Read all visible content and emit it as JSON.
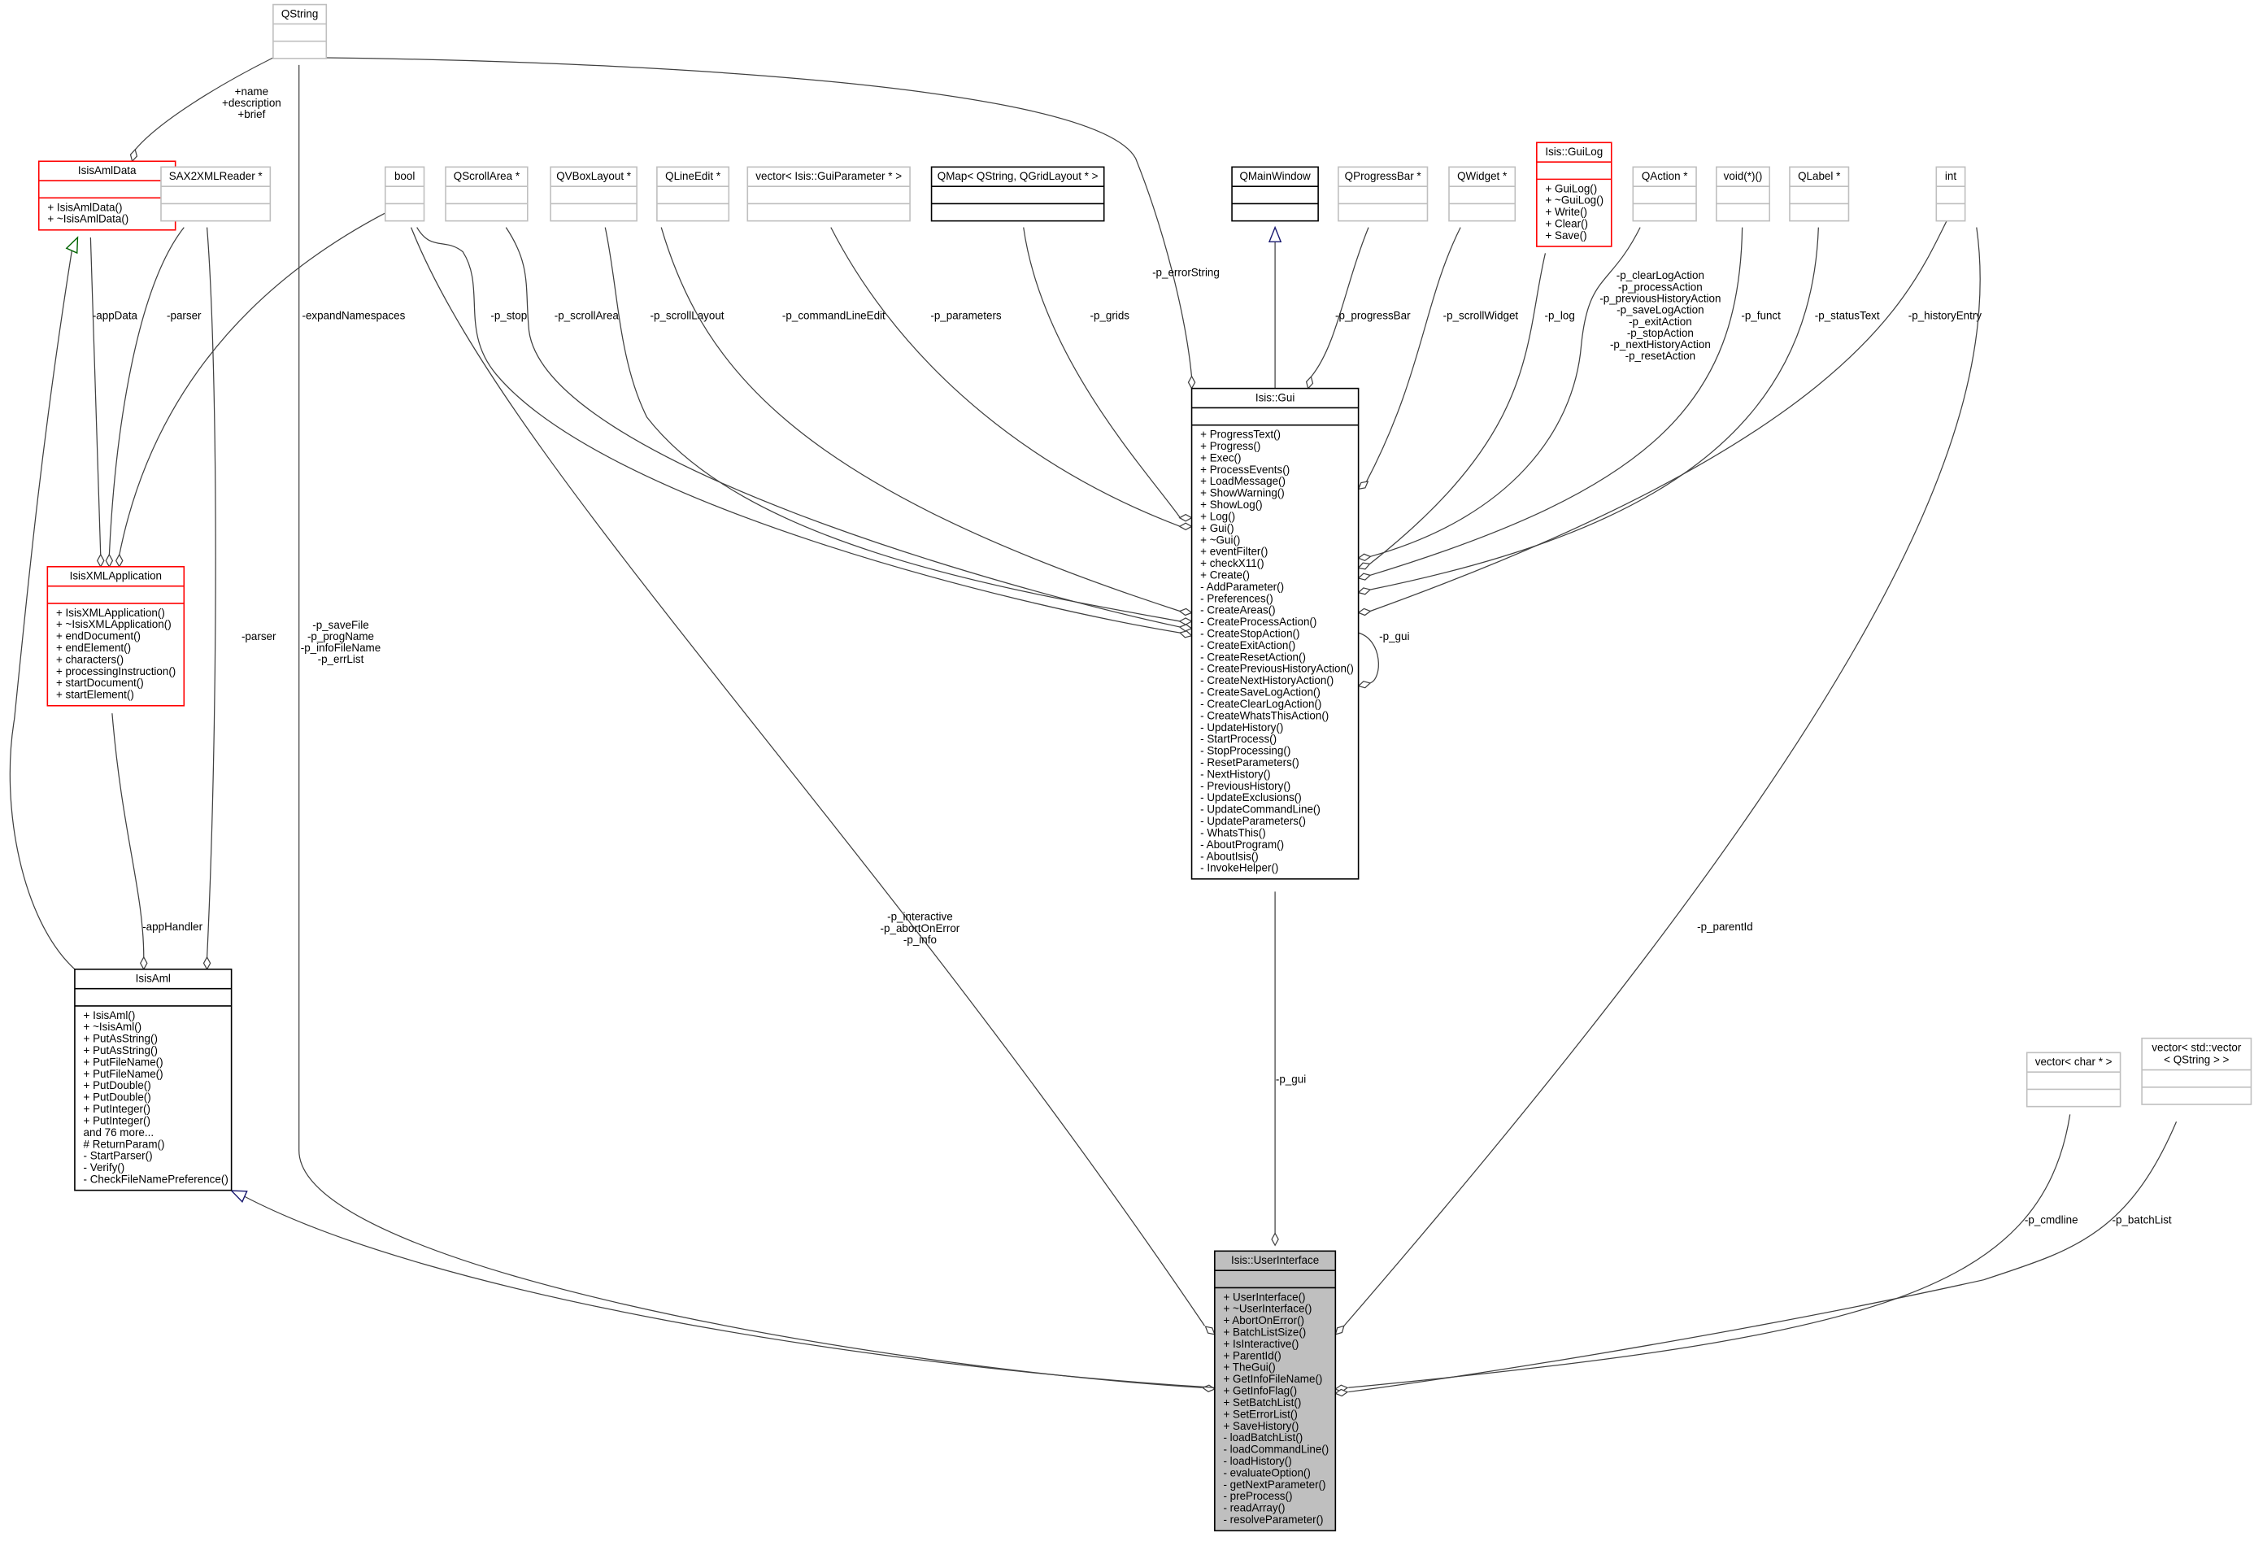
{
  "colors": {
    "red": "#ff0000",
    "gray": "#bfbfbf",
    "black": "#000000",
    "navy": "#191970",
    "green": "#006400",
    "highlight": "#bfbfbf"
  },
  "classes": [
    {
      "id": "qstring",
      "name": [
        "QString"
      ],
      "members": [],
      "style": "gray"
    },
    {
      "id": "isisamldata",
      "name": [
        "IsisAmlData"
      ],
      "members": [
        "+ IsisAmlData()",
        "+ ~IsisAmlData()"
      ],
      "style": "red"
    },
    {
      "id": "sax2xmlreader",
      "name": [
        "SAX2XMLReader *"
      ],
      "members": [],
      "style": "gray"
    },
    {
      "id": "bool",
      "name": [
        "bool"
      ],
      "members": [],
      "style": "gray"
    },
    {
      "id": "qscrollarea",
      "name": [
        "QScrollArea *"
      ],
      "members": [],
      "style": "gray"
    },
    {
      "id": "qvboxlayout",
      "name": [
        "QVBoxLayout *"
      ],
      "members": [],
      "style": "gray"
    },
    {
      "id": "qlineedit",
      "name": [
        "QLineEdit *"
      ],
      "members": [],
      "style": "gray"
    },
    {
      "id": "vector-guiparameter",
      "name": [
        "vector< Isis::GuiParameter * >"
      ],
      "members": [],
      "style": "gray"
    },
    {
      "id": "qmap",
      "name": [
        "QMap< QString, QGridLayout * >"
      ],
      "members": [],
      "style": "black"
    },
    {
      "id": "qmainwindow",
      "name": [
        "QMainWindow"
      ],
      "members": [],
      "style": "black"
    },
    {
      "id": "qprogressbar",
      "name": [
        "QProgressBar *"
      ],
      "members": [],
      "style": "gray"
    },
    {
      "id": "qwidget",
      "name": [
        "QWidget *"
      ],
      "members": [],
      "style": "gray"
    },
    {
      "id": "guilog",
      "name": [
        "Isis::GuiLog"
      ],
      "members": [
        "+ GuiLog()",
        "+ ~GuiLog()",
        "+ Write()",
        "+ Clear()",
        "+ Save()"
      ],
      "style": "red"
    },
    {
      "id": "qaction",
      "name": [
        "QAction *"
      ],
      "members": [],
      "style": "gray"
    },
    {
      "id": "voidfunc",
      "name": [
        "void(*)()"
      ],
      "members": [],
      "style": "gray"
    },
    {
      "id": "qlabel",
      "name": [
        "QLabel *"
      ],
      "members": [],
      "style": "gray"
    },
    {
      "id": "int",
      "name": [
        "int"
      ],
      "members": [],
      "style": "gray"
    },
    {
      "id": "isisxmlapplication",
      "name": [
        "IsisXMLApplication"
      ],
      "members": [
        "+ IsisXMLApplication()",
        "+ ~IsisXMLApplication()",
        "+ endDocument()",
        "+ endElement()",
        "+ characters()",
        "+ processingInstruction()",
        "+ startDocument()",
        "+ startElement()"
      ],
      "style": "red"
    },
    {
      "id": "gui",
      "name": [
        "Isis::Gui"
      ],
      "members": [
        "+ ProgressText()",
        "+ Progress()",
        "+ Exec()",
        "+ ProcessEvents()",
        "+ LoadMessage()",
        "+ ShowWarning()",
        "+ ShowLog()",
        "+ Log()",
        "+ Gui()",
        "+ ~Gui()",
        "+ eventFilter()",
        "+ checkX11()",
        "+ Create()",
        "- AddParameter()",
        "- Preferences()",
        "- CreateAreas()",
        "- CreateProcessAction()",
        "- CreateStopAction()",
        "- CreateExitAction()",
        "- CreateResetAction()",
        "- CreatePreviousHistoryAction()",
        "- CreateNextHistoryAction()",
        "- CreateSaveLogAction()",
        "- CreateClearLogAction()",
        "- CreateWhatsThisAction()",
        "- UpdateHistory()",
        "- StartProcess()",
        "- StopProcessing()",
        "- ResetParameters()",
        "- NextHistory()",
        "- PreviousHistory()",
        "- UpdateExclusions()",
        "- UpdateCommandLine()",
        "- UpdateParameters()",
        "- WhatsThis()",
        "- AboutProgram()",
        "- AboutIsis()",
        "- InvokeHelper()"
      ],
      "style": "black"
    },
    {
      "id": "isisaml",
      "name": [
        "IsisAml"
      ],
      "members": [
        "+ IsisAml()",
        "+ ~IsisAml()",
        "+ PutAsString()",
        "+ PutAsString()",
        "+ PutFileName()",
        "+ PutFileName()",
        "+ PutDouble()",
        "+ PutDouble()",
        "+ PutInteger()",
        "+ PutInteger()",
        "and 76 more...",
        "# ReturnParam()",
        "- StartParser()",
        "- Verify()",
        "- CheckFileNamePreference()"
      ],
      "style": "black"
    },
    {
      "id": "userinterface",
      "name": [
        "Isis::UserInterface"
      ],
      "members": [
        "+ UserInterface()",
        "+ ~UserInterface()",
        "+ AbortOnError()",
        "+ BatchListSize()",
        "+ IsInteractive()",
        "+ ParentId()",
        "+ TheGui()",
        "+ GetInfoFileName()",
        "+ GetInfoFlag()",
        "+ SetBatchList()",
        "+ SetErrorList()",
        "+ SaveHistory()",
        "- loadBatchList()",
        "- loadCommandLine()",
        "- loadHistory()",
        "- evaluateOption()",
        "- getNextParameter()",
        "- preProcess()",
        "- readArray()",
        "- resolveParameter()"
      ],
      "style": "highlight"
    },
    {
      "id": "vector-char",
      "name": [
        "vector< char * >"
      ],
      "members": [],
      "style": "gray"
    },
    {
      "id": "vector-vector-qstring",
      "name": [
        "vector< std::vector",
        "< QString > >"
      ],
      "members": [],
      "style": "gray"
    }
  ],
  "edges": [
    {
      "id": "qstring-isisamldata",
      "label": [
        "+name",
        "+description",
        "+brief"
      ]
    },
    {
      "id": "qstring-userinterface",
      "label": [
        "-p_saveFile",
        "-p_progName",
        "-p_infoFileName",
        "-p_errList"
      ]
    },
    {
      "id": "qstring-gui",
      "label": [
        "-p_errorString"
      ]
    },
    {
      "id": "isisamldata-isisxmlapplication",
      "label": [
        "-appData"
      ]
    },
    {
      "id": "sax2-isisxmlapplication",
      "label": [
        "-parser"
      ]
    },
    {
      "id": "sax2-isisaml",
      "label": [
        "-parser"
      ]
    },
    {
      "id": "bool-isisxmlapplication",
      "label": [
        "-expandNamespaces"
      ]
    },
    {
      "id": "bool-userinterface",
      "label": [
        "-p_interactive",
        "-p_abortOnError",
        "-p_info"
      ]
    },
    {
      "id": "bool-gui",
      "label": [
        "-p_stop"
      ]
    },
    {
      "id": "qscrollarea-gui",
      "label": [
        "-p_scrollArea"
      ]
    },
    {
      "id": "qvboxlayout-gui",
      "label": [
        "-p_scrollLayout"
      ]
    },
    {
      "id": "qlineedit-gui",
      "label": [
        "-p_commandLineEdit"
      ]
    },
    {
      "id": "guiparameter-gui",
      "label": [
        "-p_parameters"
      ]
    },
    {
      "id": "qmap-gui",
      "label": [
        "-p_grids"
      ]
    },
    {
      "id": "qmainwindow-gui",
      "label": []
    },
    {
      "id": "qprogressbar-gui",
      "label": [
        "-p_progressBar"
      ]
    },
    {
      "id": "qwidget-gui",
      "label": [
        "-p_scrollWidget"
      ]
    },
    {
      "id": "guilog-gui",
      "label": [
        "-p_log"
      ]
    },
    {
      "id": "qaction-gui",
      "label": [
        "-p_clearLogAction",
        "-p_processAction",
        "-p_previousHistoryAction",
        "-p_saveLogAction",
        "-p_exitAction",
        "-p_stopAction",
        "-p_nextHistoryAction",
        "-p_resetAction"
      ]
    },
    {
      "id": "voidfunc-gui",
      "label": [
        "-p_funct"
      ]
    },
    {
      "id": "qlabel-gui",
      "label": [
        "-p_statusText"
      ]
    },
    {
      "id": "int-gui",
      "label": [
        "-p_historyEntry"
      ]
    },
    {
      "id": "int-userinterface",
      "label": [
        "-p_parentId"
      ]
    },
    {
      "id": "gui-gui",
      "label": [
        "-p_gui"
      ]
    },
    {
      "id": "gui-userinterface",
      "label": [
        "-p_gui"
      ]
    },
    {
      "id": "isisxmlapplication-isisaml",
      "label": [
        "-appHandler"
      ]
    },
    {
      "id": "isisaml-isisamldata",
      "label": []
    },
    {
      "id": "userinterface-isisaml",
      "label": []
    },
    {
      "id": "vectorchar-userinterface",
      "label": [
        "-p_cmdline"
      ]
    },
    {
      "id": "vectorvector-userinterface",
      "label": [
        "-p_batchList"
      ]
    }
  ]
}
